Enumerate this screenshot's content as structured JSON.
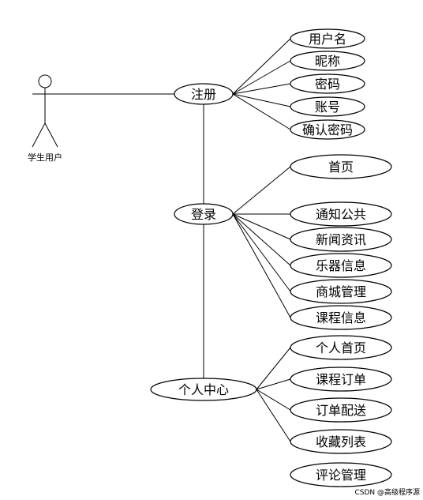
{
  "actor": {
    "label": "学生用户"
  },
  "use_cases": {
    "register": "注册",
    "login": "登录",
    "personal_center": "个人中心"
  },
  "register_items": [
    "用户名",
    "昵称",
    "密码",
    "账号",
    "确认密码"
  ],
  "login_items": [
    "首页",
    "通知公共",
    "新闻资讯",
    "乐器信息",
    "商城管理",
    "课程信息"
  ],
  "personal_items": [
    "个人首页",
    "课程订单",
    "订单配送",
    "收藏列表",
    "评论管理"
  ],
  "watermark": "CSDN @高级程序源"
}
